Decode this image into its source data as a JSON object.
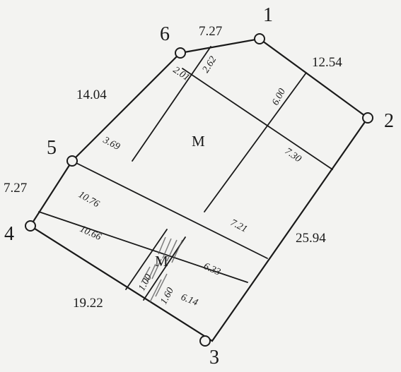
{
  "vertices": [
    "1",
    "2",
    "3",
    "4",
    "5",
    "6"
  ],
  "boundary_lengths": {
    "top": "7.27",
    "right_upper": "12.54",
    "upper_left": "14.04",
    "left": "7.27",
    "right_lower": "25.94",
    "bottom": "19.22"
  },
  "segment_labels": {
    "s201": "2.01",
    "s262": "2.62",
    "s600": "6.00",
    "s369": "3.69",
    "s730": "7.30",
    "s1076": "10.76",
    "s721": "7.21",
    "s1066": "10.66",
    "s633": "6.33",
    "s100": "1.00",
    "s160": "1.60",
    "s614": "6.14"
  },
  "markers": {
    "m_upper": "M",
    "m_lower": "M"
  }
}
